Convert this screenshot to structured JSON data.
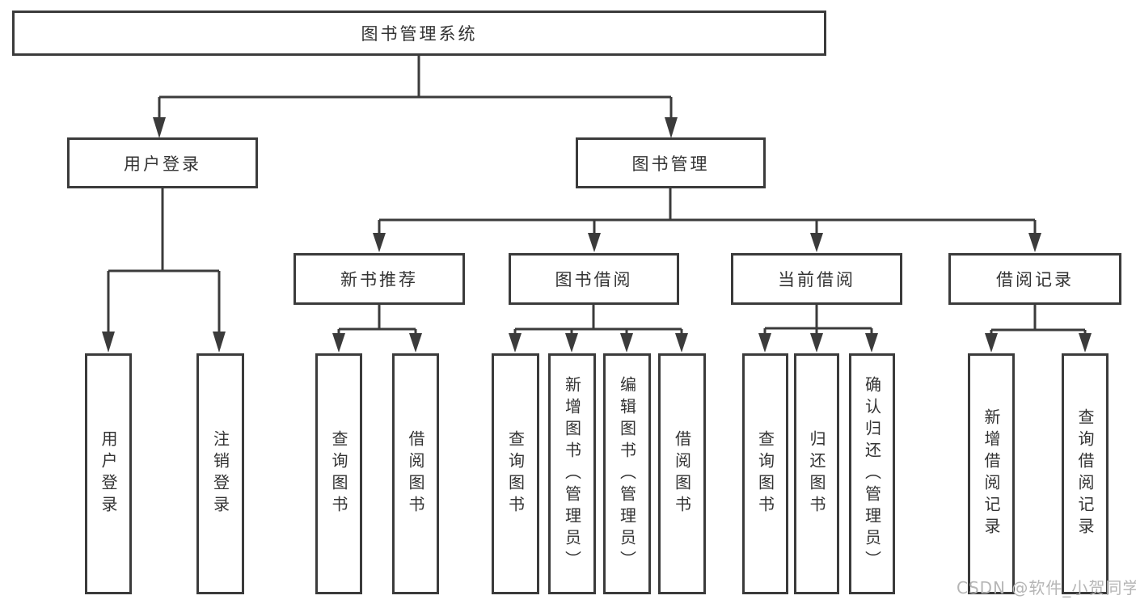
{
  "root": {
    "label": "图书管理系统"
  },
  "tree": {
    "user_login": {
      "label": "用户登录",
      "children": [
        {
          "label": "用户登录"
        },
        {
          "label": "注销登录"
        }
      ]
    },
    "book_management": {
      "label": "图书管理",
      "sections": [
        {
          "label": "新书推荐",
          "children": [
            {
              "label": "查询图书"
            },
            {
              "label": "借阅图书"
            }
          ]
        },
        {
          "label": "图书借阅",
          "children": [
            {
              "label": "查询图书"
            },
            {
              "label": "新增图书（管理员）"
            },
            {
              "label": "编辑图书（管理员）"
            },
            {
              "label": "借阅图书"
            }
          ]
        },
        {
          "label": "当前借阅",
          "children": [
            {
              "label": "查询图书"
            },
            {
              "label": "归还图书"
            },
            {
              "label": "确认归还（管理员）"
            }
          ]
        },
        {
          "label": "借阅记录",
          "children": [
            {
              "label": "新增借阅记录"
            },
            {
              "label": "查询借阅记录"
            }
          ]
        }
      ]
    }
  },
  "watermark": "CSDN @软件_小贺同学",
  "colors": {
    "line": "#3b3b3b",
    "text": "#333333",
    "watermark": "#b6b6b6",
    "background": "#ffffff"
  }
}
